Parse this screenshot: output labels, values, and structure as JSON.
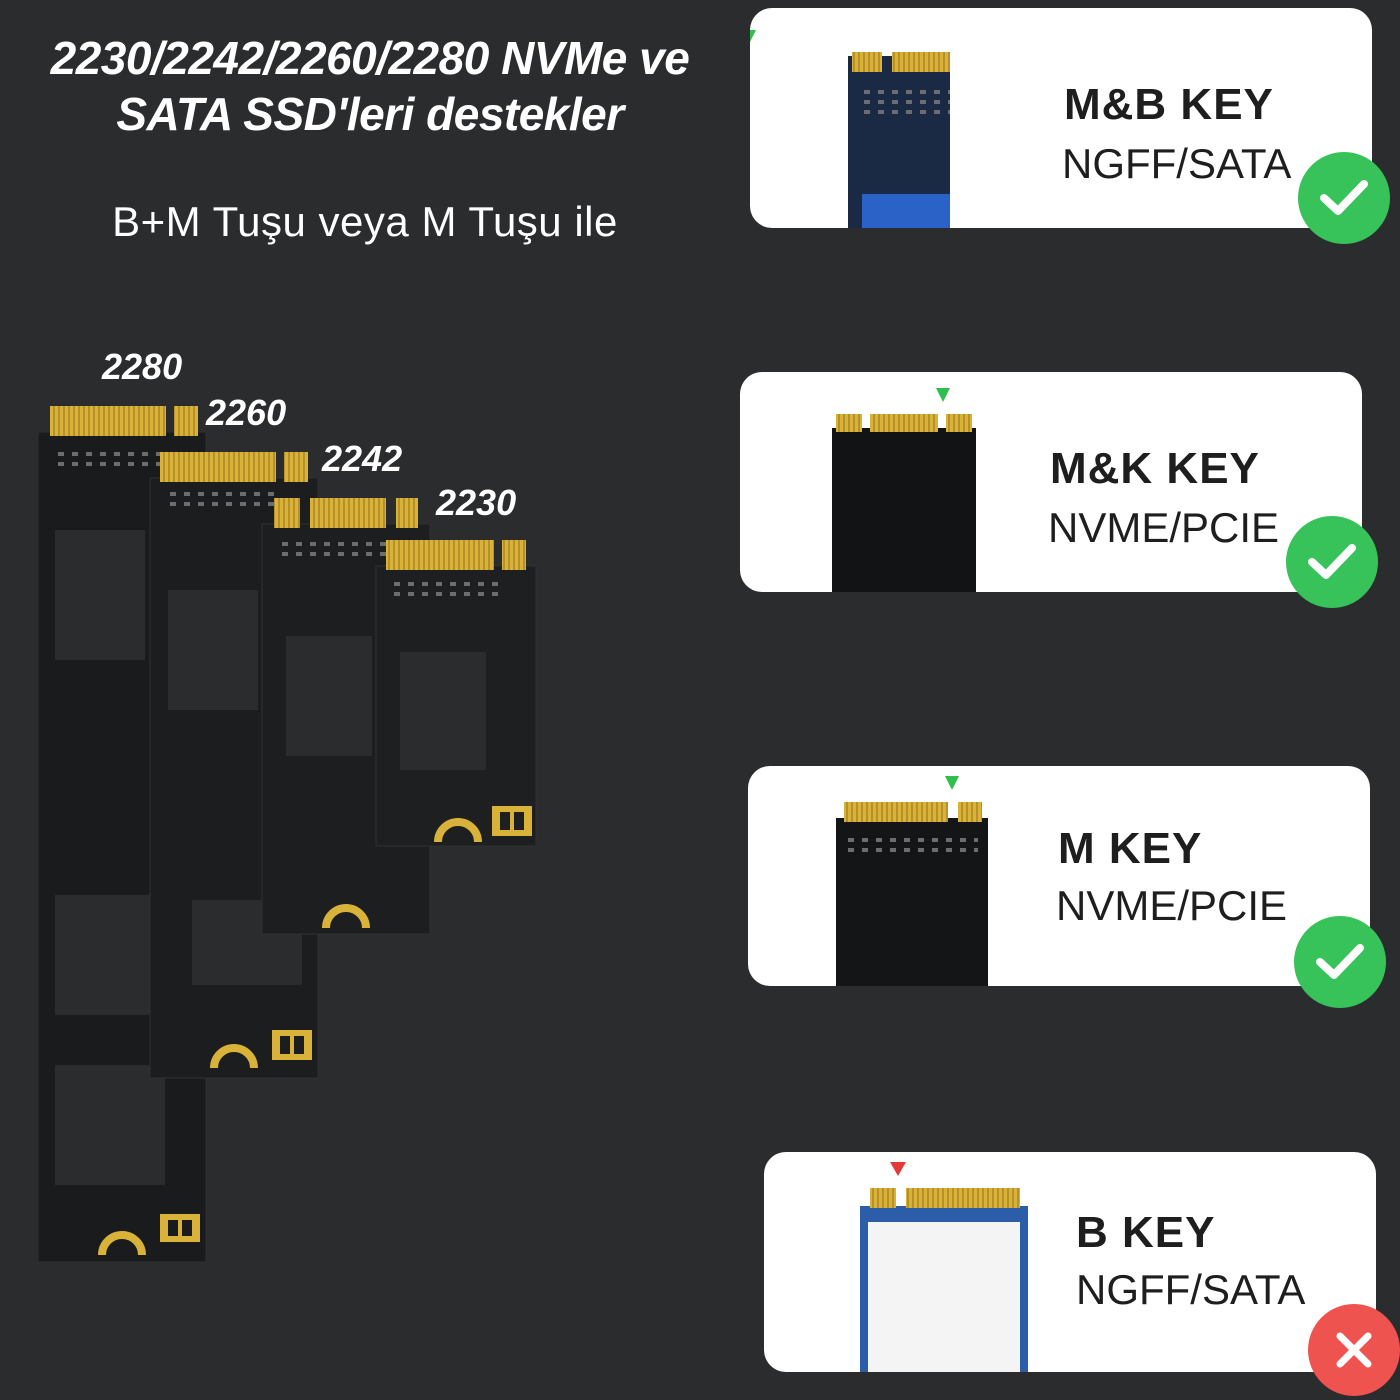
{
  "header": {
    "title_line1": "2230/2242/2260/2280 NVMe ve",
    "title_line2": "SATA SSD'leri destekler",
    "subtitle": "B+M Tuşu veya M Tuşu ile"
  },
  "lengths": [
    "2280",
    "2260",
    "2242",
    "2230"
  ],
  "keys": [
    {
      "title": "M&B KEY",
      "interface": "NGFF/SATA",
      "supported": true,
      "icon": "check-icon"
    },
    {
      "title": "M&K KEY",
      "interface": "NVME/PCIE",
      "supported": true,
      "icon": "check-icon"
    },
    {
      "title": "M KEY",
      "interface": "NVME/PCIE",
      "supported": true,
      "icon": "check-icon"
    },
    {
      "title": "B KEY",
      "interface": "NGFF/SATA",
      "supported": false,
      "icon": "cross-icon"
    }
  ],
  "colors": {
    "background": "#2a2c2e",
    "supported": "#37c25a",
    "unsupported": "#ef5350",
    "pcb": "#1a1b1c",
    "gold_contacts": "#d9b23a"
  }
}
